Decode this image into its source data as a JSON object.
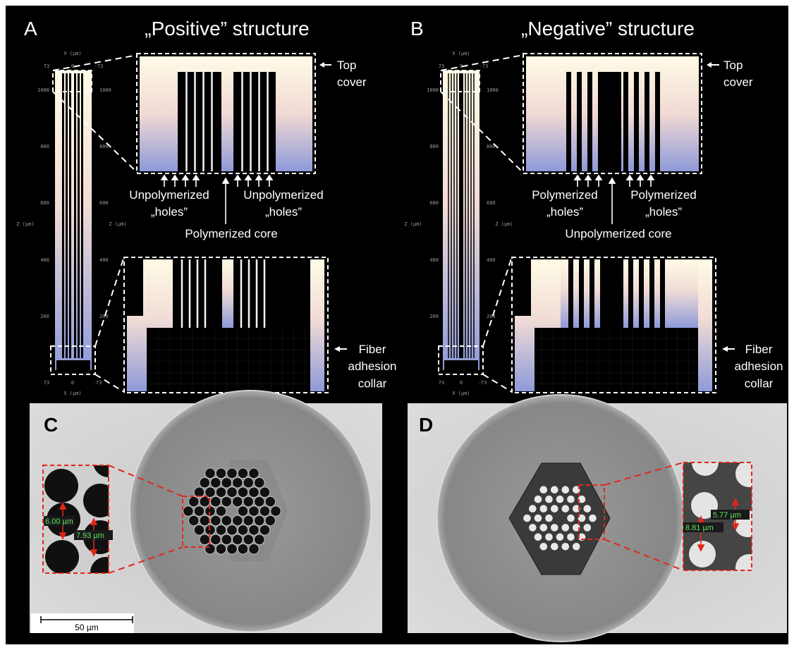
{
  "colors": {
    "background": "#000000",
    "grad_top": "#fffbe6",
    "grad_mid": "#f1d9d4",
    "grad_bottom": "#8e9ad8",
    "callout_white": "#ffffff",
    "callout_red": "#e3261c",
    "measure_label_bg": "#1a1a1a",
    "measure_label_text": "#5fe35f",
    "sem_bg": "#d6d6d6",
    "sem_disk": "#8c8c8c",
    "scale_text": "#000000"
  },
  "panels": {
    "A": {
      "letter": "A",
      "title": "„Positive” structure",
      "callouts": {
        "top": "Top\ncover",
        "bottom": "Fiber\nadhesion\ncollar"
      },
      "labels": {
        "left_holes": "Unpolymerized\n„holes”",
        "right_holes": "Unpolymerized\n„holes”",
        "core": "Polymerized core"
      },
      "axis": {
        "x_title": "X (µm)",
        "z_title": "Z (µm)",
        "z_ticks": [
          "1000",
          "800",
          "600",
          "400",
          "200"
        ],
        "x_min": "73",
        "x_mid": "0",
        "x_max": "-73"
      }
    },
    "B": {
      "letter": "B",
      "title": "„Negative” structure",
      "callouts": {
        "top": "Top\ncover",
        "bottom": "Fiber\nadhesion\ncollar"
      },
      "labels": {
        "left_holes": "Polymerized\n„holes”",
        "right_holes": "Polymerized\n„holes”",
        "core": "Unpolymerized core"
      },
      "axis": {
        "x_title": "X (µm)",
        "z_title": "Z (µm)",
        "z_ticks": [
          "1000",
          "800",
          "600",
          "400",
          "200"
        ],
        "x_min": "73",
        "x_mid": "0",
        "x_max": "-73"
      }
    },
    "C": {
      "letter": "C",
      "measurements": [
        "6.00 µm",
        "7.93 µm"
      ],
      "scale_bar": "50 µm"
    },
    "D": {
      "letter": "D",
      "measurements": [
        "5.77 µm",
        "8.81 µm"
      ]
    }
  }
}
